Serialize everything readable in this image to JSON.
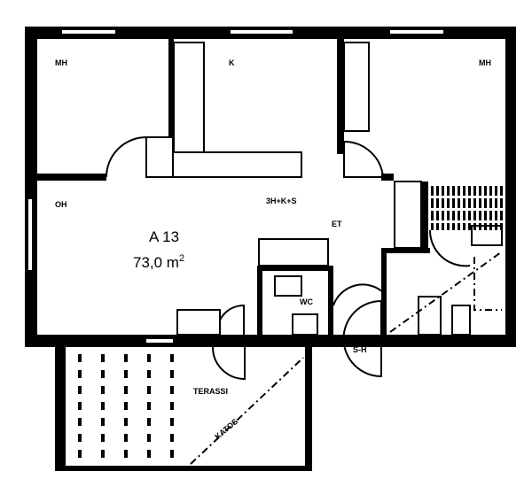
{
  "plan": {
    "apartment_id": "A 13",
    "area": "73,0 m",
    "area_sup": "2",
    "type": "3H+K+S",
    "rooms": {
      "bedroom_left": "MH",
      "kitchen": "K",
      "bedroom_right": "MH",
      "living_room": "OH",
      "hall": "ET",
      "toilet": "WC",
      "bath_sauna": "S-H",
      "terrace": "TERASSI",
      "canopy": "KATOS"
    }
  }
}
